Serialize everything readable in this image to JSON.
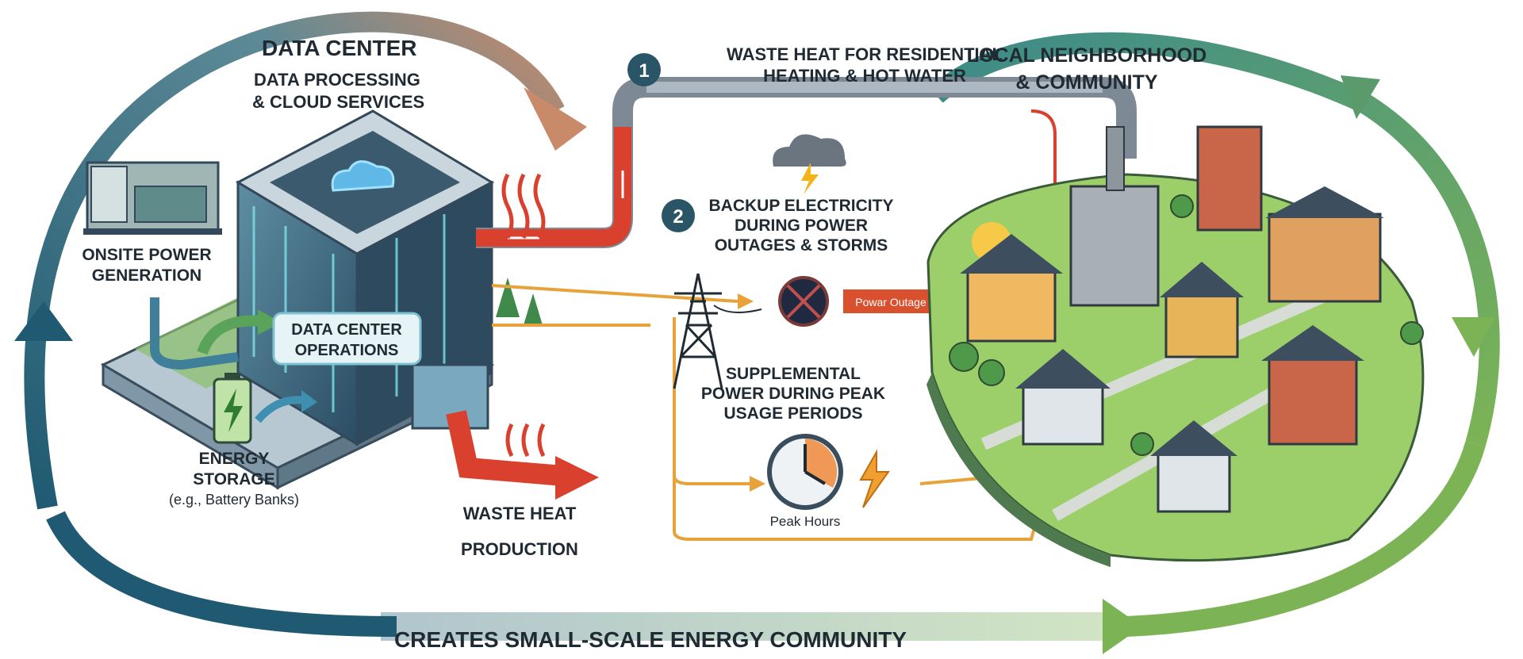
{
  "data_center": {
    "title": "DATA CENTER",
    "subtitle_line1": "DATA PROCESSING",
    "subtitle_line2": "& CLOUD SERVICES",
    "operations_line1": "DATA CENTER",
    "operations_line2": "OPERATIONS"
  },
  "onsite_power": {
    "line1": "ONSITE POWER",
    "line2": "GENERATION"
  },
  "energy_storage": {
    "line1": "ENERGY",
    "line2": "STORAGE",
    "line3": "(e.g., Battery Banks)"
  },
  "waste_heat_production": {
    "line1": "WASTE HEAT",
    "line2": "PRODUCTION"
  },
  "benefit_1": {
    "number": "1",
    "line1": "WASTE HEAT FOR RESIDENTIAL",
    "line2": "HEATING & HOT WATER"
  },
  "benefit_2": {
    "number": "2",
    "line1": "BACKUP ELECTRICITY",
    "line2": "DURING POWER",
    "line3": "OUTAGES & STORMS"
  },
  "power_outage_label": "Powar Outage",
  "supplemental": {
    "line1": "SUPPLEMENTAL",
    "line2": "POWER DURING PEAK",
    "line3": "USAGE PERIODS"
  },
  "peak_hours_label": "Peak Hours",
  "community": {
    "line1": "LOCAL NEIGHBORHOOD",
    "line2": "& COMMUNITY"
  },
  "footer": "CREATES SMALL-SCALE ENERGY COMMUNITY",
  "colors": {
    "teal": "#2f6f86",
    "green": "#6aa84f",
    "heat_red": "#d9412e",
    "power_orange": "#e8a23a"
  }
}
